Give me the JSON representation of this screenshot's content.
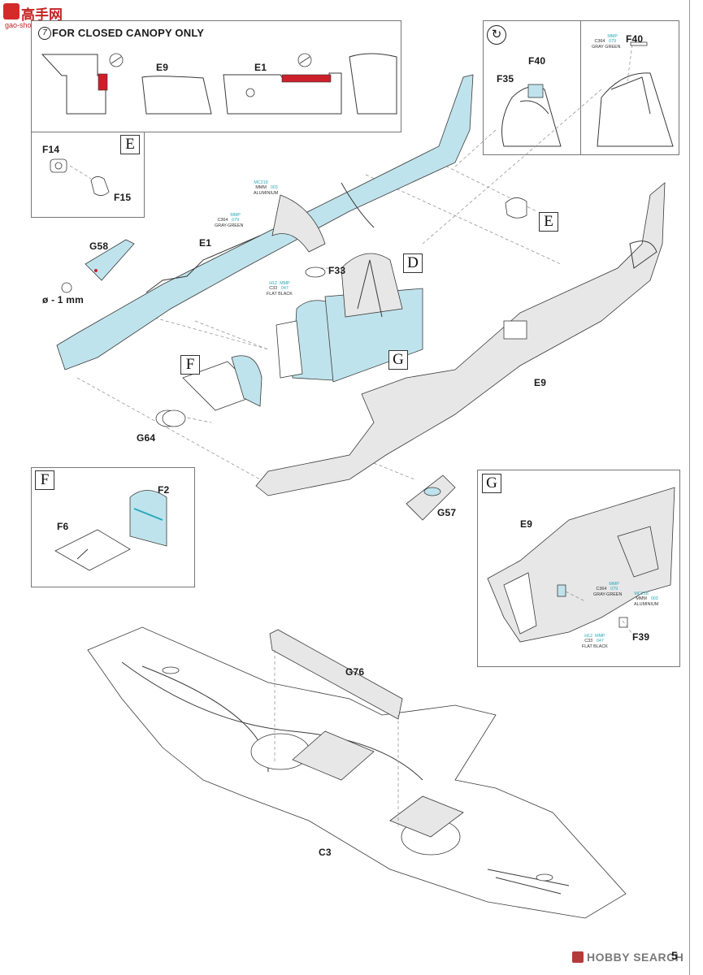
{
  "watermark_top": {
    "brand_cn": "高手网",
    "url": "gao-shou.com"
  },
  "closed_canopy": {
    "step_symbol": "7",
    "title": "FOR CLOSED CANOPY ONLY",
    "e9": "E9",
    "e1": "E1"
  },
  "rotate_panel": {
    "f35": "F35",
    "f40_left": "F40",
    "f40_right": "F40",
    "paint": {
      "mc": "",
      "mmp": "MMP",
      "code": "C364",
      "num": "079",
      "name": "GRAY GREEN"
    }
  },
  "detail_e": {
    "letter": "E",
    "f14": "F14",
    "f15": "F15"
  },
  "main": {
    "g58": "G58",
    "drill": "ø - 1 mm",
    "e1": "E1",
    "f33": "F33",
    "d_letter": "D",
    "e_letter": "E",
    "f_letter": "F",
    "g_letter": "G",
    "e9": "E9",
    "g64": "G64",
    "g57": "G57",
    "paint_aluminium": {
      "mc": "MC218",
      "mmp": "MMM",
      "num": "003",
      "name": "ALUMINIUM"
    },
    "paint_graygreen": {
      "mmp": "MMP",
      "code": "C364",
      "num": "079",
      "name": "GRAY-GREEN"
    },
    "paint_flatblack": {
      "h": "H12",
      "mmp": "MMP",
      "code": "C33",
      "num": "047",
      "name": "FLAT BLACK"
    }
  },
  "detail_f": {
    "letter": "F",
    "f2": "F2",
    "f6": "F6"
  },
  "detail_g": {
    "letter": "G",
    "e9": "E9",
    "f39": "F39",
    "paint_graygreen": {
      "mmp": "MMP",
      "code": "C364",
      "num": "079",
      "name": "GRAY-GREEN"
    },
    "paint_aluminium": {
      "mc": "MC218",
      "mmp": "MMM",
      "num": "003",
      "name": "ALUMINIUM"
    },
    "paint_flatblack": {
      "h": "H12",
      "mmp": "MMP",
      "code": "C33",
      "num": "047",
      "name": "FLAT BLACK"
    }
  },
  "wing": {
    "g76": "G76",
    "c3": "C3"
  },
  "footer": {
    "page_number": "5",
    "watermark": "HOBBY SEARCH"
  },
  "colors": {
    "interior_blue": "#bfe3ec",
    "red_mark": "#cc1f2a",
    "paint_code_teal": "#2aa9b8",
    "outline": "#3a3a3a"
  }
}
